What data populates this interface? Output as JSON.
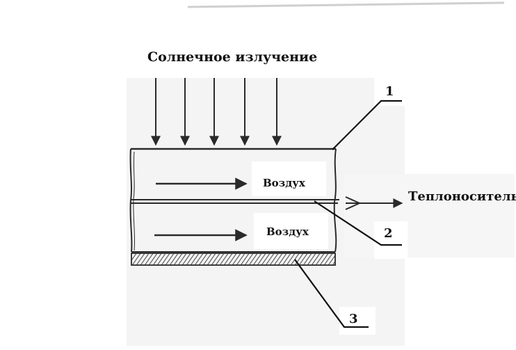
{
  "title": "Солнечное излучение",
  "channels": {
    "upper_label": "Воздух",
    "lower_label": "Воздух"
  },
  "outlet_label": "Теплоноситель",
  "callouts": {
    "one": "1",
    "two": "2",
    "three": "3"
  },
  "colors": {
    "stroke": "#2a2a2a",
    "paper": "#f4f4f4",
    "hatch": "#555555"
  }
}
